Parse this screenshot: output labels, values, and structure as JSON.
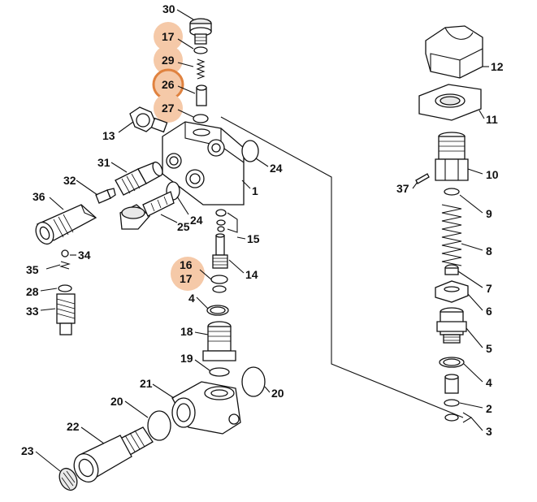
{
  "highlight_color": "#f5c9a8",
  "highlight_ring_color": "#e0823f",
  "callouts": {
    "c30": "30",
    "c17a": "17",
    "c29": "29",
    "c26": "26",
    "c27": "27",
    "c13": "13",
    "c24a": "24",
    "c1": "1",
    "c31": "31",
    "c32": "32",
    "c36": "36",
    "c24b": "24",
    "c25": "25",
    "c15": "15",
    "c35": "35",
    "c34": "34",
    "c16": "16",
    "c17b": "17",
    "c14": "14",
    "c28": "28",
    "c33": "33",
    "c4a": "4",
    "c18": "18",
    "c19": "19",
    "c20a": "20",
    "c21": "21",
    "c20b": "20",
    "c22": "22",
    "c23": "23",
    "c12": "12",
    "c11": "11",
    "c10": "10",
    "c37": "37",
    "c9": "9",
    "c8": "8",
    "c7": "7",
    "c6": "6",
    "c5": "5",
    "c4b": "4",
    "c2": "2",
    "c3": "3"
  }
}
